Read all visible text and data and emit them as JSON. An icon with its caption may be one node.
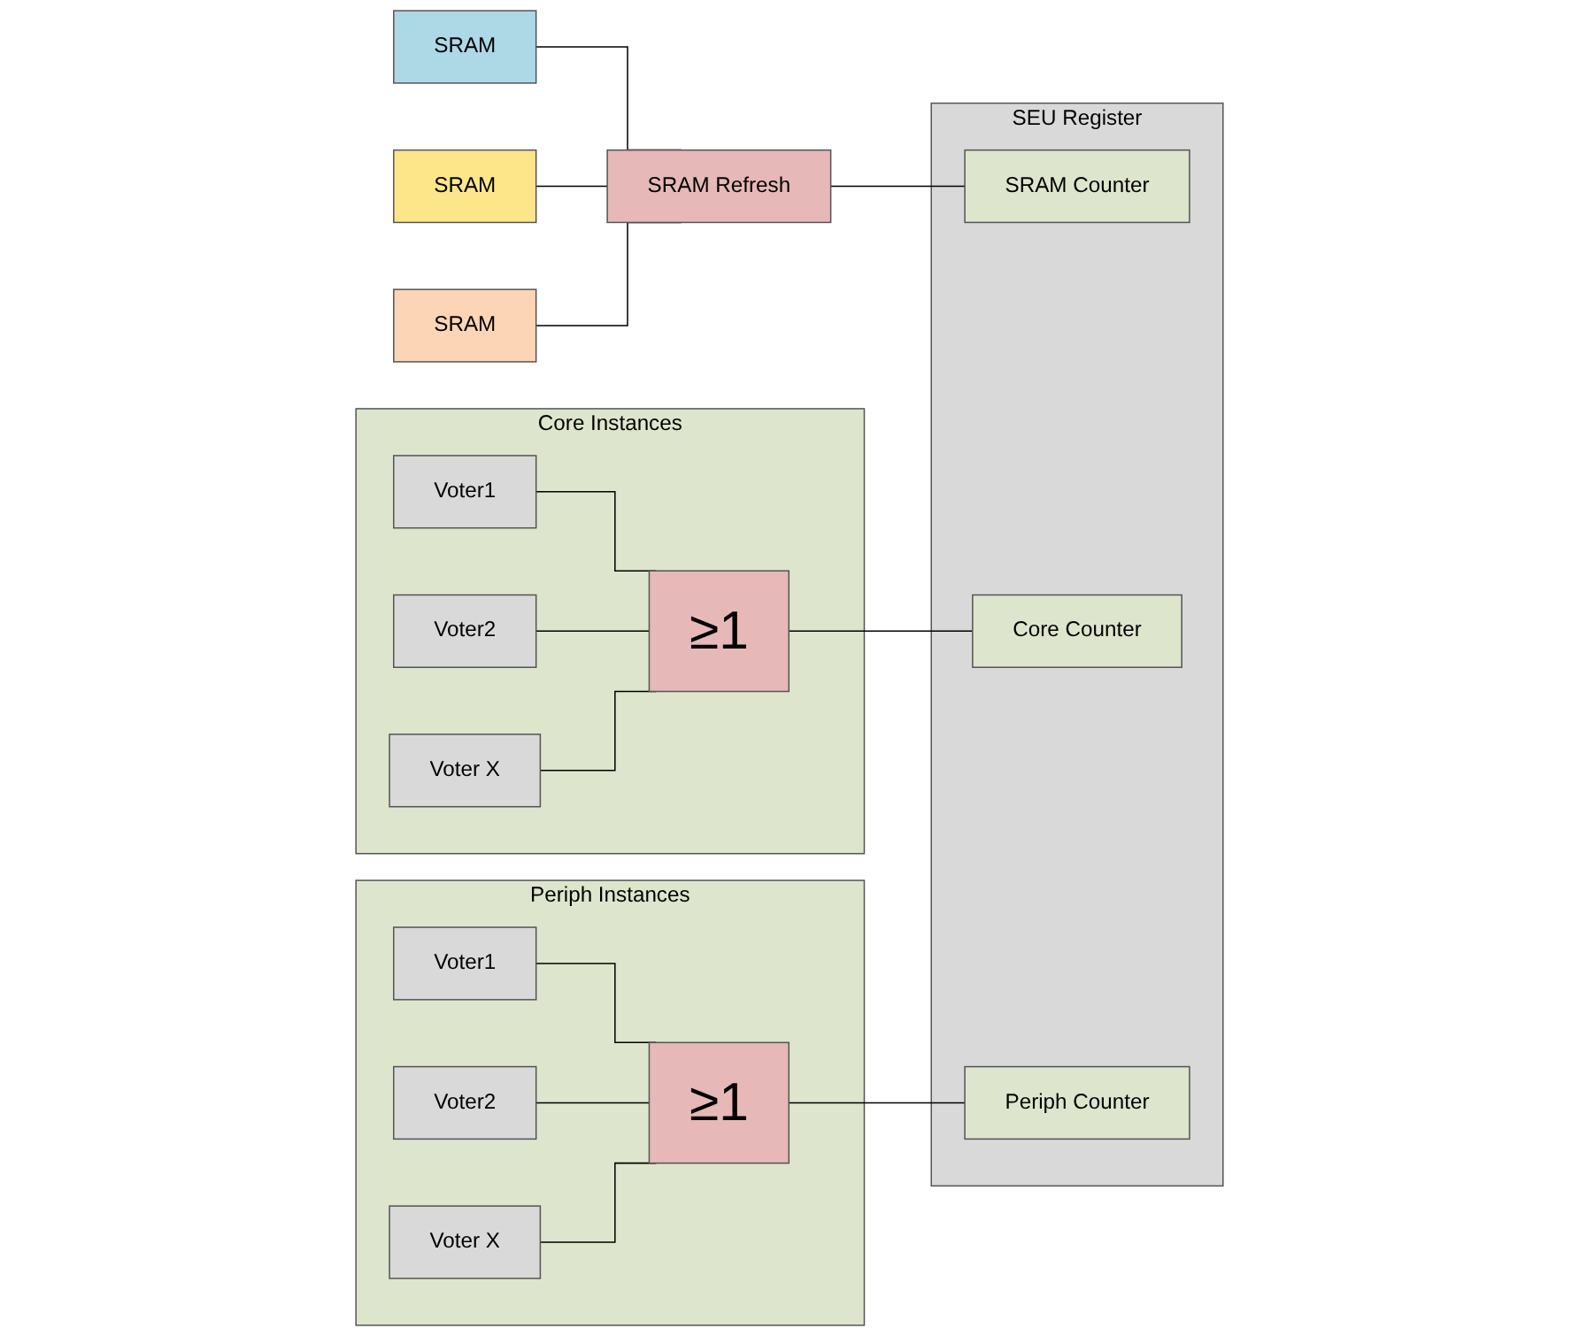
{
  "diagram": {
    "nodes": [
      {
        "text": [
          "SRAM"
        ]
      },
      {
        "text": [
          "SRAM"
        ]
      },
      {
        "text": [
          "SRAM"
        ]
      },
      {
        "text": [
          "SRAM Refresh"
        ]
      },
      {
        "text": [
          "Core Instances"
        ]
      },
      {
        "text": [
          "Voter1"
        ],
        "in": 4
      },
      {
        "text": [
          "Voter2"
        ],
        "in": 4
      },
      {
        "text": [
          "Voter X"
        ],
        "in": 4
      },
      {
        "text": [
          "≥1"
        ],
        "in": 4
      },
      {
        "text": [
          "Periph Instances"
        ]
      },
      {
        "text": [
          "Voter1"
        ],
        "in": 9
      },
      {
        "text": [
          "Voter2"
        ],
        "in": 9
      },
      {
        "text": [
          "Voter X"
        ],
        "in": 9
      },
      {
        "text": [
          "≥1"
        ],
        "in": 9
      },
      {
        "text": [
          "SEU Register"
        ]
      },
      {
        "text": [
          "SRAM Counter"
        ],
        "in": 14
      },
      {
        "text": [
          "Core Counter"
        ],
        "in": 14
      },
      {
        "text": [
          "Periph Counter"
        ],
        "in": 14
      }
    ],
    "edges": [
      {
        "from": 0,
        "to": 3,
        "arrow": "none"
      },
      {
        "from": 1,
        "to": 3,
        "arrow": "none"
      },
      {
        "from": 2,
        "to": 3,
        "arrow": "none"
      },
      {
        "from": 3,
        "to": 15,
        "arrow": "none"
      },
      {
        "from": 5,
        "to": 8,
        "arrow": "none"
      },
      {
        "from": 6,
        "to": 8,
        "arrow": "none"
      },
      {
        "from": 7,
        "to": 8,
        "arrow": "none"
      },
      {
        "from": 8,
        "to": 16,
        "arrow": "none"
      },
      {
        "from": 10,
        "to": 13,
        "arrow": "none"
      },
      {
        "from": 11,
        "to": 13,
        "arrow": "none"
      },
      {
        "from": 12,
        "to": 13,
        "arrow": "none"
      },
      {
        "from": 13,
        "to": 17,
        "arrow": "none"
      }
    ]
  }
}
